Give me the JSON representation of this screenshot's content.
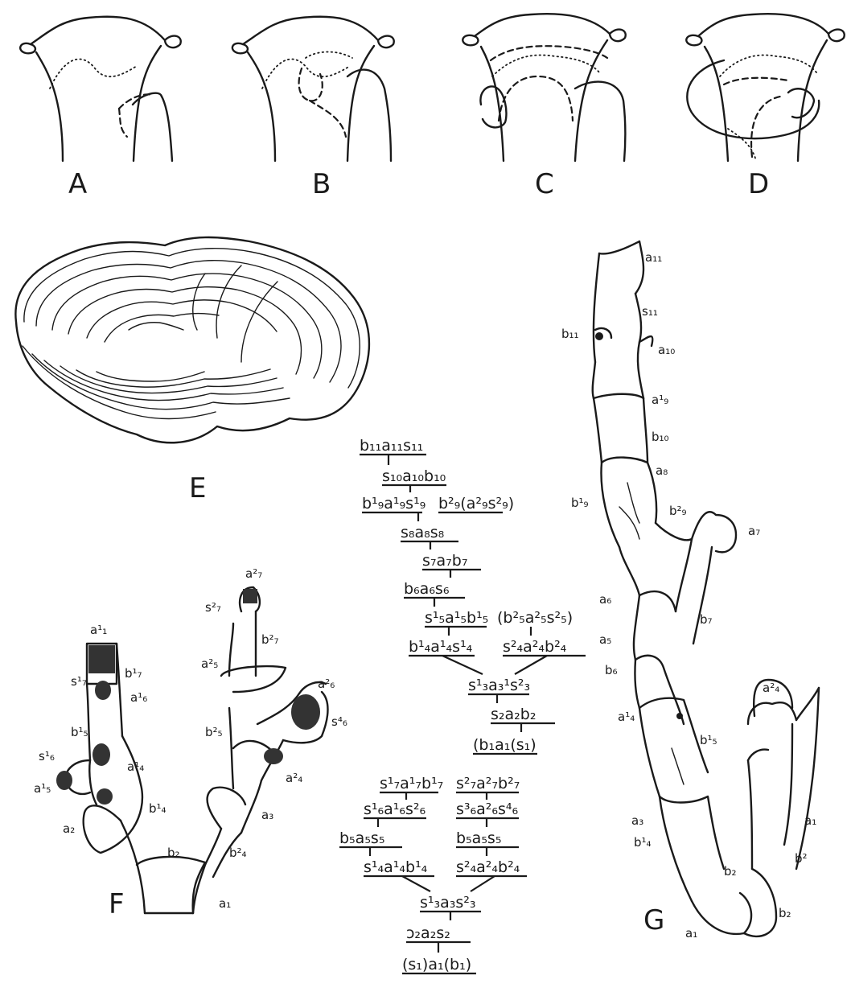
{
  "panels": {
    "a": "A",
    "b": "B",
    "c": "C",
    "d": "D",
    "e": "E",
    "f": "F",
    "g": "G"
  },
  "tree_upper": [
    "b₁₁a₁₁s₁₁",
    "s₁₀a₁₀b₁₀",
    "b¹₉a¹₉s¹₉",
    "b²₉(a²₉s²₉)",
    "s₈a₈s₈",
    "s₇a₇b₇",
    "b₆a₆s₆",
    "s¹₅a¹₅b¹₅",
    "(b²₅a²₅s²₅)",
    "b¹₄a¹₄s¹₄",
    "s²₄a²₄b²₄",
    "s¹₃a₃¹s²₃",
    "s₂a₂b₂",
    "(b₁a₁(s₁)"
  ],
  "tree_lower": [
    "s¹₇a¹₇b¹₇",
    "s²₇a²₇b²₇",
    "s¹₆a¹₆s²₆",
    "s³₆a²₆s⁴₆",
    "b₅a₅s₅",
    "b₅a₅s₅",
    "s¹₄a¹₄b¹₄",
    "s²₄a²₄b²₄",
    "s¹₃a₃s²₃",
    "ɔ₂a₂s₂",
    "(s₁)a₁(b₁)"
  ],
  "labels_f": {
    "a7_2": "a²₇",
    "s7_2": "s²₇",
    "b7_2": "b²₇",
    "a5_2": "a²₅",
    "a6_2": "a²₆",
    "s6_4": "s⁴₆",
    "a1_1": "a¹₁",
    "s7_1": "s¹₇",
    "b7_1": "b¹₇",
    "a6_1": "a¹₆",
    "b5_1": "b¹₅",
    "s6_1": "s¹₆",
    "a5_1": "a¹₅",
    "a4_1": "a¹₄",
    "b5_2": "b²₅",
    "a4_2": "a²₄",
    "a2": "a₂",
    "b4_1": "b¹₄",
    "a3": "a₃",
    "b2": "b₂",
    "b4_2": "b²₄",
    "a1": "a₁"
  },
  "labels_g": {
    "a11": "a₁₁",
    "s11": "s₁₁",
    "b11": "b₁₁",
    "a10": "a₁₀",
    "a9_1": "a¹₉",
    "b10": "b₁₀",
    "a8": "a₈",
    "b9_1": "b¹₉",
    "b9_2": "b²₉",
    "a7": "a₇",
    "a6": "a₆",
    "b7": "b₇",
    "a5": "a₅",
    "b6": "b₆",
    "a4_2": "a²₄",
    "a4_1": "a¹₄",
    "b5_1": "b¹₅",
    "a3": "a₃",
    "b4_1": "b¹₄",
    "b2": "b₂",
    "a1r": "a₁",
    "b2_sup": "b²",
    "a1": "a₁",
    "b2b": "b₂"
  }
}
